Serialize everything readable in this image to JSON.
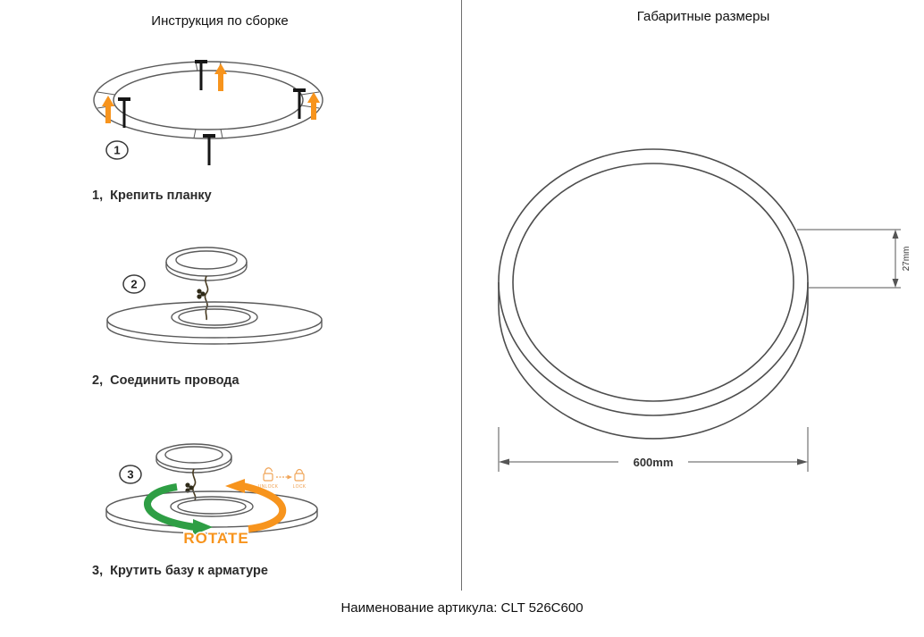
{
  "left": {
    "title": "Инструкция по сборке",
    "steps": [
      {
        "badge": "1",
        "label": "1,  Крепить планку"
      },
      {
        "badge": "2",
        "label": "2,  Соединить провода"
      },
      {
        "badge": "3",
        "label": "3,  Крутить базу к арматуре"
      }
    ],
    "rotate_label": "ROTATE",
    "unlock_label": "UNLOCK",
    "lock_label": "LOCK"
  },
  "right": {
    "title": "Габаритные размеры",
    "width_dim": "600mm",
    "thickness_dim": "27mm"
  },
  "footer": "Наименование артикула: CLT 526C600",
  "colors": {
    "accent_orange": "#F7941D",
    "accent_green": "#2E9E44",
    "line_gray": "#4D4D4D"
  }
}
